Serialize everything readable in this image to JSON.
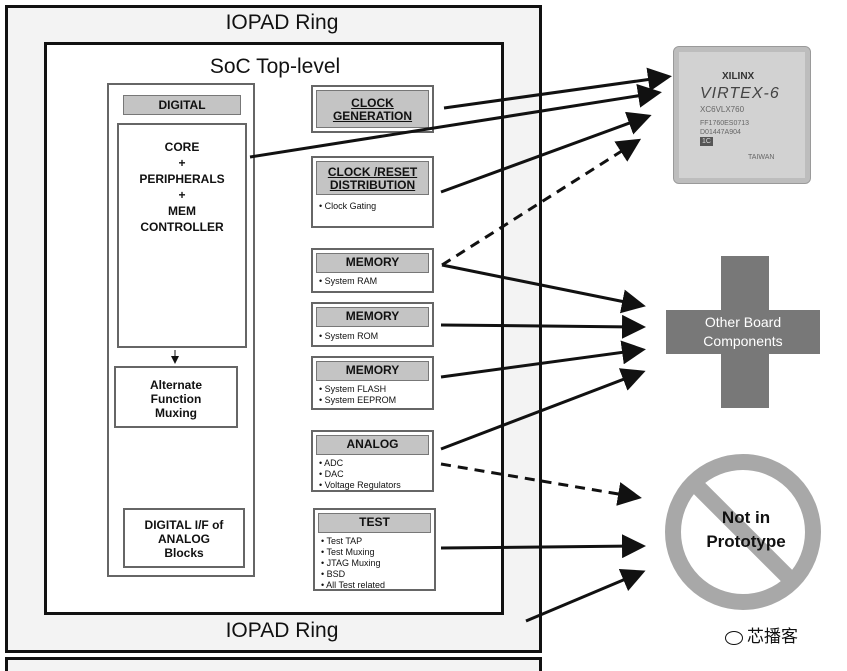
{
  "rings": {
    "top_label": "IOPAD Ring",
    "bottom_label": "IOPAD Ring"
  },
  "soc": {
    "label": "SoC Top-level"
  },
  "digital": {
    "header": "DIGITAL",
    "core_lines": [
      "CORE",
      "+",
      "PERIPHERALS",
      "+",
      "MEM",
      "CONTROLLER"
    ],
    "alt_function_lines": [
      "Alternate",
      "Function",
      "Muxing"
    ],
    "digital_if_lines": [
      "DIGITAL I/F of",
      "ANALOG",
      "Blocks"
    ]
  },
  "blocks": {
    "clock_gen": {
      "title_lines": [
        "CLOCK",
        "GENERATION"
      ]
    },
    "clock_reset": {
      "title_lines": [
        "CLOCK /RESET",
        "DISTRIBUTION"
      ],
      "items": [
        "Clock Gating"
      ]
    },
    "memory_ram": {
      "title": "MEMORY",
      "items": [
        "System RAM"
      ]
    },
    "memory_rom": {
      "title": "MEMORY",
      "items": [
        "System ROM"
      ]
    },
    "memory_flash": {
      "title": "MEMORY",
      "items": [
        "System FLASH",
        "System EEPROM"
      ]
    },
    "analog": {
      "title": "ANALOG",
      "items": [
        "ADC",
        "DAC",
        "Voltage Regulators"
      ]
    },
    "test": {
      "title": "TEST",
      "items": [
        "Test TAP",
        "Test Muxing",
        "JTAG Muxing",
        "BSD",
        "All Test related"
      ]
    }
  },
  "targets": {
    "fpga": {
      "logo": "XILINX",
      "name": "VIRTEX-6",
      "part": "XC6VLX760",
      "lines": [
        "FF1760ES0713",
        "D01447A904",
        "1C"
      ],
      "origin": "TAIWAN"
    },
    "board": {
      "label_lines": [
        "Other Board",
        "Components"
      ]
    },
    "not_in_prototype": {
      "label_lines": [
        "Not in",
        "Prototype"
      ]
    }
  },
  "watermark": {
    "text": "芯播客"
  },
  "colors": {
    "line": "#111111",
    "box_border": "#666666",
    "header_gray": "#c4c4c4",
    "cross_gray": "#787878",
    "forbidden_gray": "#a8a8a8"
  }
}
